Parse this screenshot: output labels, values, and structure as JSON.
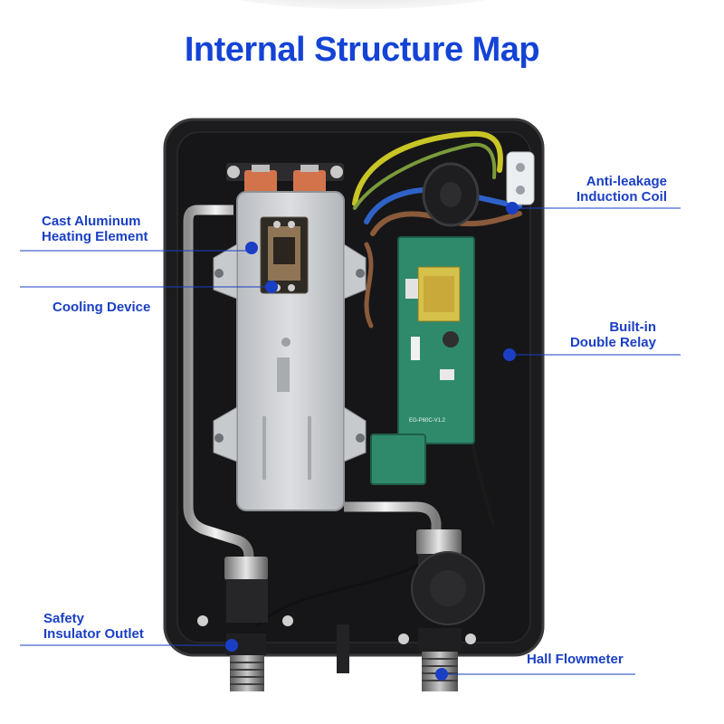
{
  "title": "Internal Structure Map",
  "colors": {
    "accent": "#1443d6",
    "leader": "#1a3fc4"
  },
  "labels": {
    "cast_aluminum": "Cast Aluminum\nHeating Element",
    "cooling_device": "Cooling Device",
    "anti_leakage": "Anti-leakage\nInduction Coil",
    "built_in_relay": "Built-in\nDouble Relay",
    "safety_outlet": "Safety\nInsulator Outlet",
    "hall_flowmeter": "Hall Flowmeter"
  },
  "pcb_text": "EG-P60C-V1.2"
}
